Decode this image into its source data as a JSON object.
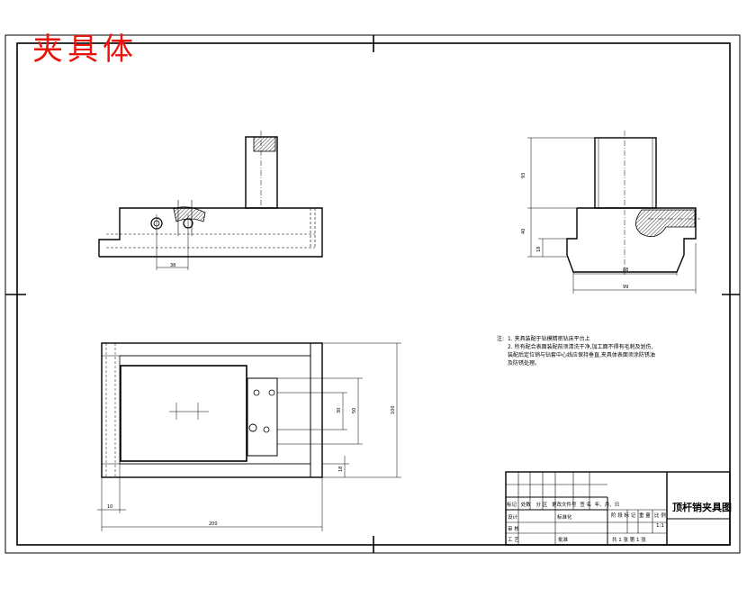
{
  "stamp": "夹具体",
  "title_block": {
    "drawing_title": "顶杆销夹具图",
    "scale": "1:1",
    "rows": {
      "mark_row": [
        "标记",
        "处数",
        "分 区",
        "更改文件号",
        "签 名",
        "年、月、日"
      ],
      "design": "设计",
      "standardize": "标准化",
      "stage_label": "阶 段 标 记",
      "weight": "重 量",
      "ratio": "比 例",
      "review": "审 核",
      "process": "工 艺",
      "approve": "批准",
      "sheets": "共 1  张   第 1 张"
    }
  },
  "notes": {
    "prefix": "注:",
    "lines": [
      "1. 夹具装配于钻模精密钻床平台上",
      "2. 所有配合表面装配前须清洗干净,加工面不得有毛刺及划伤,",
      "    装配后定位销与钻套中心线应保持垂直,夹具体表面须涂防锈油",
      "    及防锈处理。"
    ]
  },
  "dimensions": {
    "front_base": "38",
    "side_top_height": "93",
    "side_mid_height": "40",
    "side_step": "18",
    "side_bottom_1": "88",
    "side_bottom_2": "99",
    "plan_inner_1": "30",
    "plan_inner_2": "50",
    "plan_overall_h": "100",
    "plan_offset": "18",
    "plan_left": "10",
    "plan_length": "200"
  }
}
